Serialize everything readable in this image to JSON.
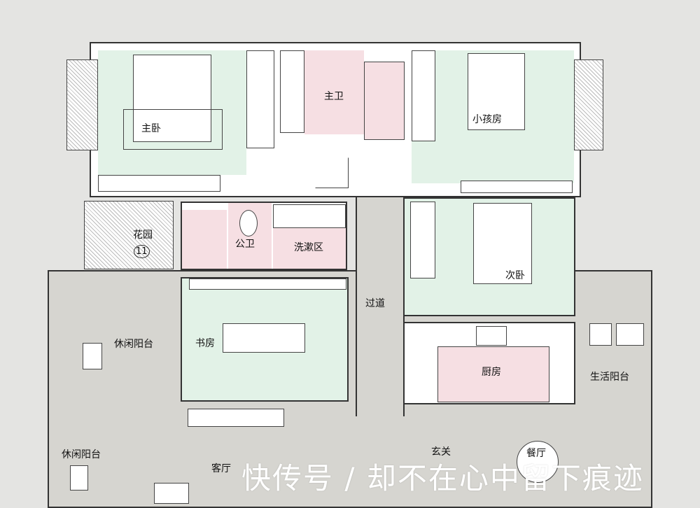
{
  "rooms": {
    "master_bedroom": "主卧",
    "master_bath": "主卫",
    "kids_room": "小孩房",
    "garden": "花园",
    "garden_number": "11",
    "public_bath": "公卫",
    "wash_area": "洗漱区",
    "corridor": "过道",
    "second_bedroom": "次卧",
    "study": "书房",
    "leisure_balcony_1": "休闲阳台",
    "leisure_balcony_2": "休闲阳台",
    "kitchen": "厨房",
    "service_balcony": "生活阳台",
    "living_room": "客厅",
    "entrance": "玄关",
    "dining_room": "餐厅"
  },
  "watermark": "快传号 / 却不在心中留下痕迹",
  "colors": {
    "bedroom": "#e2f2e7",
    "wet_area": "#f6dfe3",
    "public_area": "#d6d5d0"
  }
}
